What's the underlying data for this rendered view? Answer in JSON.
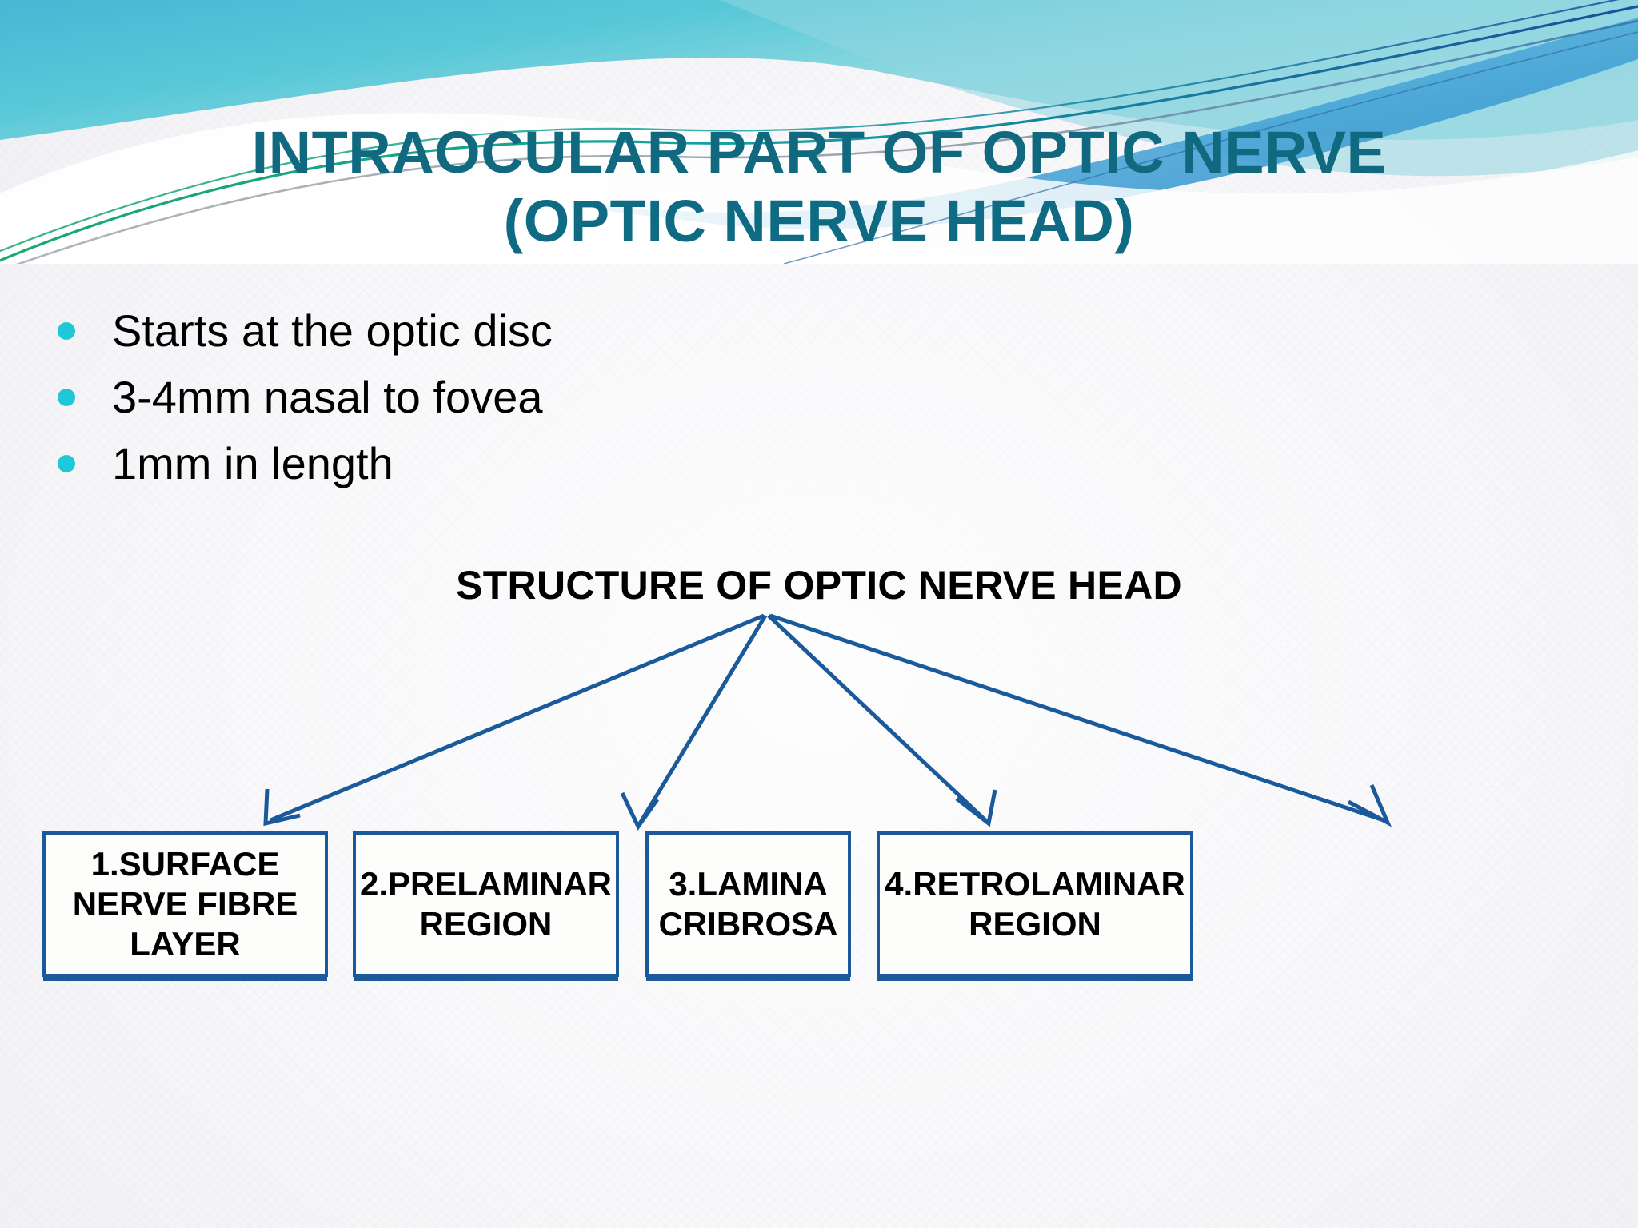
{
  "slide": {
    "title_line_1": "INTRAOCULAR PART OF OPTIC NERVE",
    "title_line_2": "(OPTIC NERVE HEAD)",
    "title_color": "#11697f",
    "background_color": "#f6f5f8"
  },
  "bullets": {
    "marker_color": "#1ec8d6",
    "items": [
      {
        "text": "Starts at the optic disc"
      },
      {
        "text": "3-4mm nasal to fovea"
      },
      {
        "text": "1mm in length"
      }
    ]
  },
  "diagram": {
    "heading": "STRUCTURE OF OPTIC NERVE HEAD",
    "connector_color": "#1a5a9b",
    "box_border_color": "#1a5a9b",
    "box_fill_color": "#fdfdfc",
    "boxes": [
      {
        "label": "1.SURFACE NERVE FIBRE LAYER"
      },
      {
        "label": "2.PRELAMINAR REGION"
      },
      {
        "label": "3.LAMINA CRIBROSA"
      },
      {
        "label": "4.RETROLAMINAR REGION"
      }
    ]
  },
  "decoration": {
    "header_gradient_start": "#3fc8d8",
    "header_gradient_end": "#7fd4e0",
    "header_band_blue": "#4aa8d8",
    "accent_line_green": "#17a86a",
    "accent_line_blue": "#1c4f99",
    "accent_line_gray": "#8d9aa3"
  }
}
